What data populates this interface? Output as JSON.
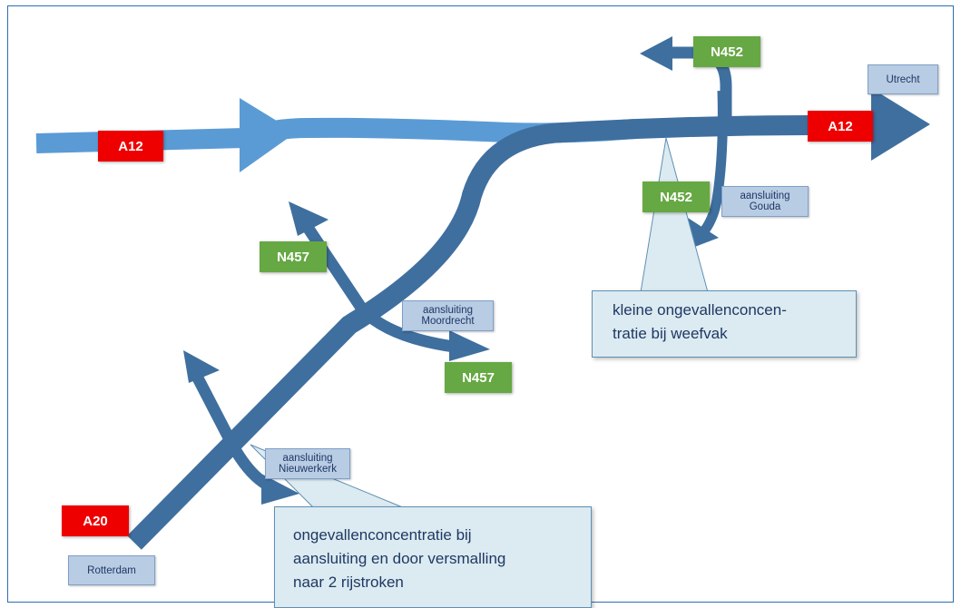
{
  "roads": {
    "a12_west": "A12",
    "a12_east": "A12",
    "a20": "A20",
    "n452_top": "N452",
    "n452_mid": "N452",
    "n457_upper": "N457",
    "n457_lower": "N457"
  },
  "places": {
    "utrecht": "Utrecht",
    "rotterdam": "Rotterdam",
    "gouda": [
      "aansluiting",
      "Gouda"
    ],
    "moordrecht": [
      "aansluiting",
      "Moordrecht"
    ],
    "nieuwerkerk": [
      "aansluiting",
      "Nieuwerkerk"
    ]
  },
  "callouts": {
    "weefvak": [
      "kleine ongevallenconcen-",
      "tratie bij weefvak"
    ],
    "versmalling": [
      "ongevallenconcentratie bij",
      "aansluiting en door versmalling",
      "naar 2 rijstroken"
    ]
  },
  "colors": {
    "a12_light_flow": "#5b9bd5",
    "main_flow": "#3f6f9e",
    "a_road_label": "#ee0000",
    "n_road_label": "#66a843",
    "place_label": "#b8cce4",
    "callout_fill": "#dcebf1"
  }
}
